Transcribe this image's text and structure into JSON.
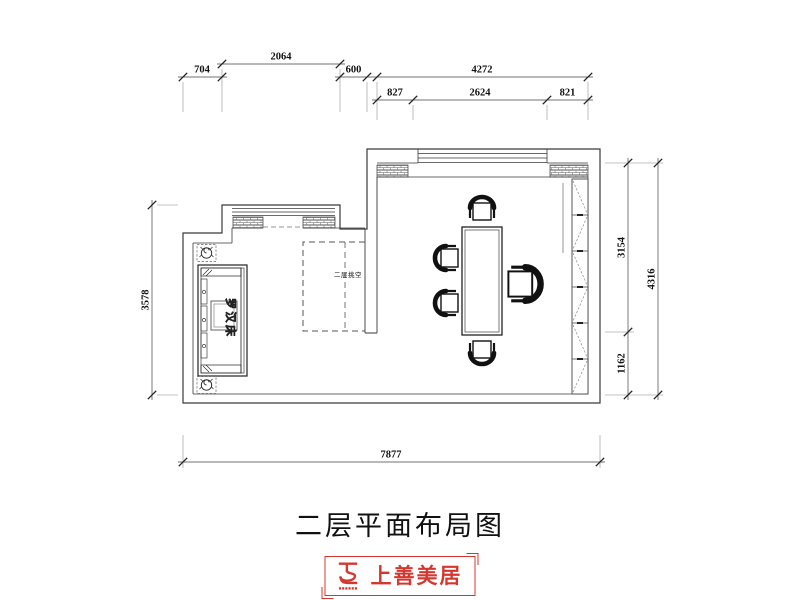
{
  "title": "二层平面布局图",
  "dimensions": {
    "top_left": [
      "704",
      "2064",
      "600"
    ],
    "top_right_total": "4272",
    "top_right_parts": [
      "827",
      "2624",
      "821"
    ],
    "left_total": "3578",
    "right_parts": [
      "3154",
      "1162"
    ],
    "right_total": "4316",
    "bottom_total": "7877"
  },
  "labels": {
    "bed": "罗汉床",
    "void": "二层挑空"
  },
  "logo": {
    "name": "上善美居",
    "color": "#d5372f"
  },
  "colors": {
    "line": "#3a3a3a",
    "dim": "#444444",
    "accent_red": "#d5372f"
  }
}
